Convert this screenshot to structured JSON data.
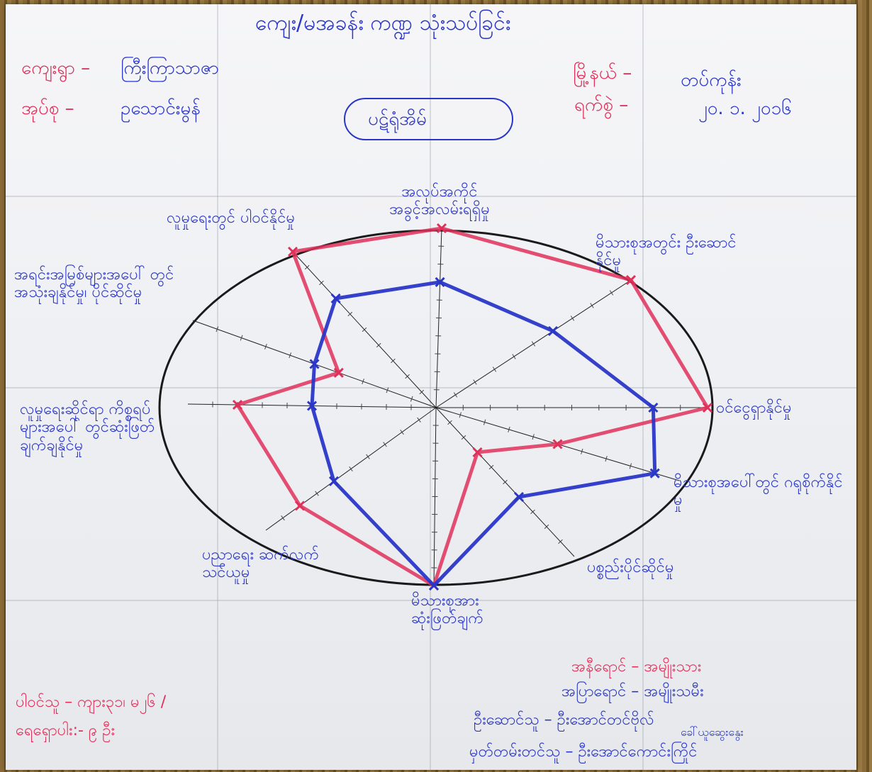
{
  "paper": {
    "title": "ကျေး/မအခန်း ကဏ္ဍ သုံးသပ်ခြင်း",
    "village_label": "ကျေးရွာ –",
    "village_value": "ကြီးကြာသာဇာ",
    "tract_label": "အုပ်စု –",
    "tract_value": "ဥသောင်းမွန်",
    "township_label": "မြို့နယ် –",
    "township_value": "တပ်ကုန်း",
    "date_label": "ရက်စွဲ –",
    "date_value": "၂၀. ၁. ၂၀၁၆",
    "cloud_label": "ပဋ်ရုံအိမ်",
    "participants_line1": "ပါဝင်သူ – ကျား၃၁၊ မ၂၆ /",
    "participants_line2": "ရေရှောပါး:- ၉ ဦး",
    "footer_line1": "အနီရောင် – အမျိုးသား",
    "footer_line2": "အပြာရောင် – အမျိုးသမီး",
    "footer_line3": "ဦးဆောင်သူ – ဦးအောင်တင်ဗိုလ်",
    "footer_line3b": "ခေါ်ယူဆွေးနွေး",
    "footer_line4": "မှတ်တမ်းတင်သူ – ဦးအောင်ကောင်းကြိုင်"
  },
  "chart_data": {
    "type": "radar",
    "axes": [
      "အလုပ်အကိုင်အခွင့်အလမ်းရရှိမှု",
      "မိသားစုအတွင်း ဦးဆောင်နိုင်မှု",
      "ဝင်ငွေရှာနိုင်မှု",
      "မိသားစုအပေါ်တွင် ဂရုစိုက်နိုင်မှု",
      "ပစ္စည်းပိုင်ဆိုင်မှု",
      "မိသားစုအား ဆုံးဖြတ်ချက်",
      "ပညာရေး ဆက်လက်သင်ယူမှု",
      "လူမှုရေးဆိုင်ရာ ကိစ္စရပ်များအပေါ် တွင်ဆုံးဖြတ် ချက်ချနိုင်မှု",
      "အရင်းအမြစ်များအပေါ် တွင်အသုံးချနိုင်မှု၊ ပိုင်ဆိုင်မှု",
      "လူမှုရေးတွင် ပါဝင်နိုင်မှု"
    ],
    "rmax": 10,
    "series": [
      {
        "color": "#e0305a",
        "values": [
          10,
          10,
          10,
          5,
          3,
          10,
          8,
          8,
          4,
          10
        ]
      },
      {
        "color": "#2a36c8",
        "values": [
          7,
          6,
          8,
          9,
          6,
          10,
          6,
          5,
          5,
          7
        ]
      }
    ]
  }
}
